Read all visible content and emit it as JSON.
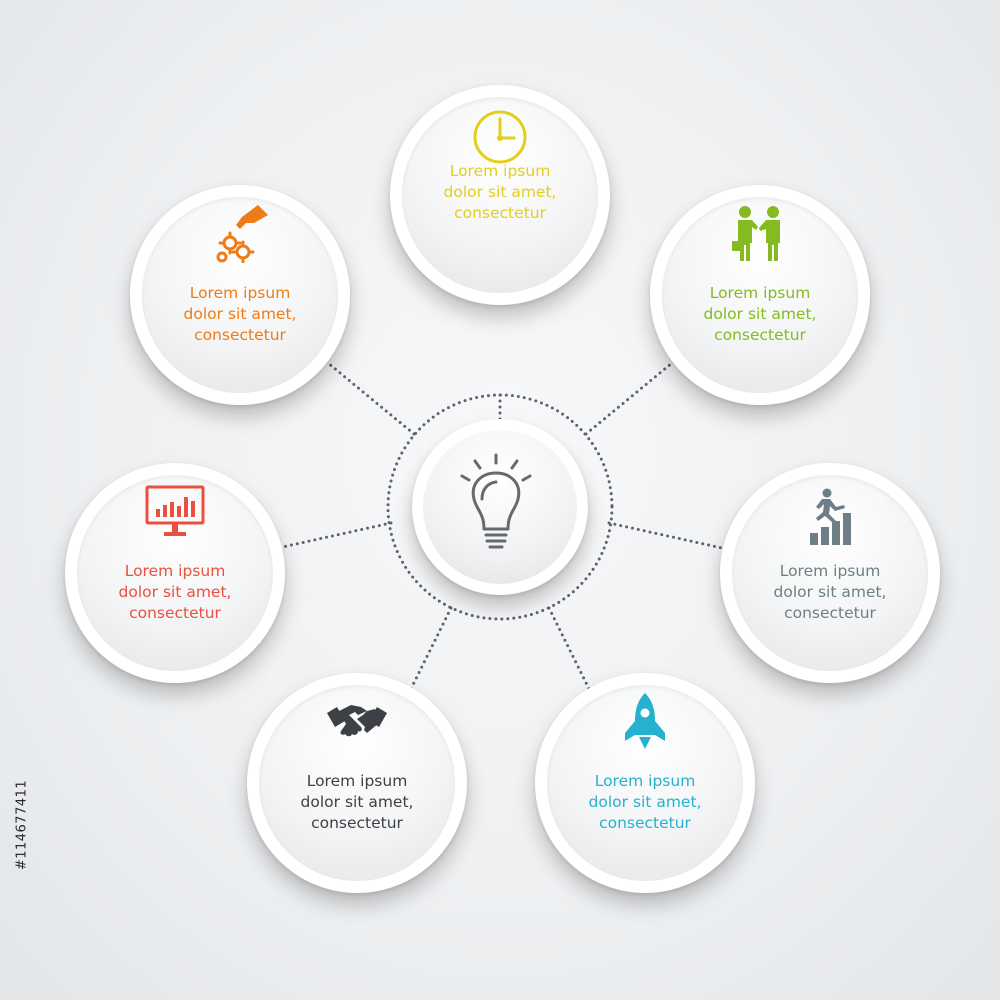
{
  "center": {
    "icon": "lightbulb-icon",
    "color": "#666a70"
  },
  "nodes": [
    {
      "icon": "clock-icon",
      "color": "#e3cf1b",
      "lines": [
        "Lorem ipsum",
        "dolor sit amet,",
        "consectetur"
      ]
    },
    {
      "icon": "businessmen-meeting-icon",
      "color": "#84bb22",
      "lines": [
        "Lorem ipsum",
        "dolor sit amet,",
        "consectetur"
      ]
    },
    {
      "icon": "career-growth-icon",
      "color": "#6e7e86",
      "lines": [
        "Lorem ipsum",
        "dolor sit amet,",
        "consectetur"
      ]
    },
    {
      "icon": "rocket-icon",
      "color": "#25b1cf",
      "lines": [
        "Lorem ipsum",
        "dolor sit amet,",
        "consectetur"
      ]
    },
    {
      "icon": "handshake-icon",
      "color": "#3d4044",
      "lines": [
        "Lorem ipsum",
        "dolor sit amet,",
        "consectetur"
      ]
    },
    {
      "icon": "monitor-chart-icon",
      "color": "#ea4f40",
      "lines": [
        "Lorem ipsum",
        "dolor sit amet,",
        "consectetur"
      ]
    },
    {
      "icon": "hand-gears-icon",
      "color": "#ef7b17",
      "lines": [
        "Lorem ipsum",
        "dolor sit amet,",
        "consectetur"
      ]
    }
  ],
  "stock_id": "#114677411"
}
